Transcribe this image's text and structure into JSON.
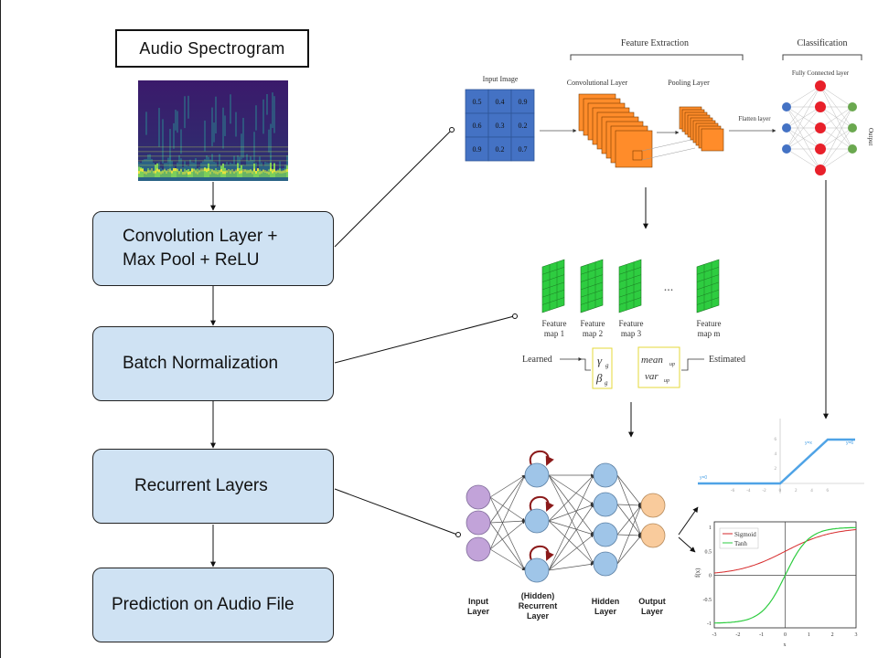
{
  "title": "Audio Spectrogram",
  "flow_steps": [
    {
      "line1": "Convolution Layer +",
      "line2": "Max Pool + ReLU"
    },
    {
      "line1": "Batch Normalization",
      "line2": ""
    },
    {
      "line1": "Recurrent Layers",
      "line2": ""
    },
    {
      "line1": "Prediction on Audio File",
      "line2": ""
    }
  ],
  "cnn": {
    "feature_extraction": "Feature Extraction",
    "classification": "Classification",
    "input_image": "Input Image",
    "matrix": [
      "0.5",
      "0.4",
      "0.9",
      "0.6",
      "0.3",
      "0.2",
      "0.9",
      "0.2",
      "0.7"
    ],
    "conv_layer": "Convolutional Layer",
    "pooling_layer": "Pooling Layer",
    "flatten_layer": "Flatten layer",
    "fc_layer": "Fully Connected layer",
    "output": "Output"
  },
  "batchnorm": {
    "maps": [
      {
        "a": "Feature",
        "b": "map 1"
      },
      {
        "a": "Feature",
        "b": "map 2"
      },
      {
        "a": "Feature",
        "b": "map 3"
      },
      {
        "a": "Feature",
        "b": "map m"
      }
    ],
    "ellipsis": "...",
    "learned": "Learned",
    "estimated": "Estimated",
    "gamma": "γ",
    "beta": "β",
    "gamma_sub": "g",
    "beta_sub": "g",
    "mean": "mean",
    "var": "var",
    "mean_sub": "up",
    "var_sub": "up"
  },
  "rnn": {
    "input_layer": [
      "Input",
      "Layer"
    ],
    "recurrent_layer": [
      "(Hidden)",
      "Recurrent",
      "Layer"
    ],
    "hidden_layer": [
      "Hidden",
      "Layer"
    ],
    "output_layer": [
      "Output",
      "Layer"
    ]
  },
  "relu": {
    "x_ticks": [
      "-6",
      "-4",
      "-2",
      "0",
      "2",
      "4",
      "6"
    ],
    "y_ticks": [
      "6",
      "4",
      "2"
    ],
    "label_left": "y=0",
    "label_mid": "y=x",
    "label_right": "y=6"
  },
  "activation": {
    "legend": [
      "Sigmoid",
      "Tanh"
    ],
    "ylabel": "f(x)",
    "xlabel": "x",
    "x_ticks": [
      "-3",
      "-2",
      "-1",
      "0",
      "1",
      "2",
      "3"
    ],
    "y_ticks": [
      "1",
      "0.5",
      "0",
      "-0.5",
      "-1"
    ],
    "colors": {
      "sigmoid": "#d62728",
      "tanh": "#2ecc40"
    }
  },
  "colors": {
    "box_fill": "#cfe2f3",
    "matrix_blue": "#4472c4",
    "conv_orange": "#ff8c2a",
    "feature_green": "#2ecc40",
    "rnn_input": "#c2a3d9",
    "rnn_hidden": "#9fc5e8",
    "rnn_output": "#f9cb9c",
    "fc_red": "#e8202a",
    "fc_blue": "#4472c4",
    "fc_green": "#6aa84f"
  }
}
